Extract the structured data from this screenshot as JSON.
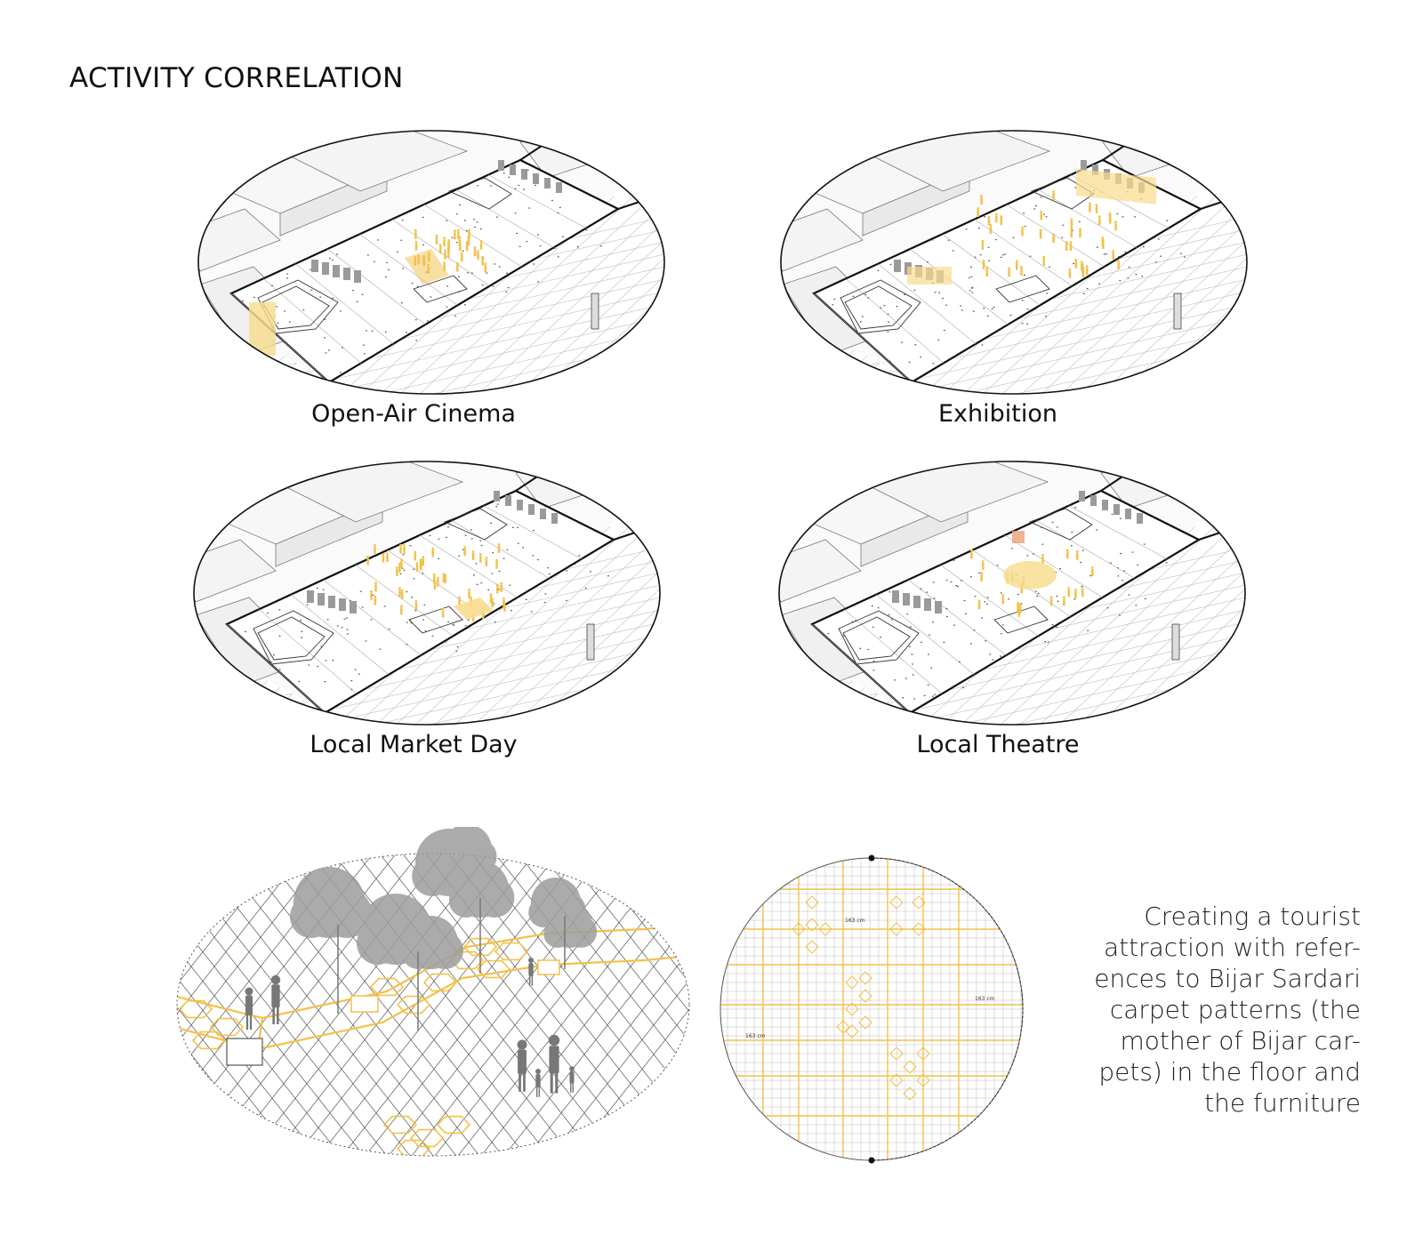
{
  "title": "ACTIVITY CORRELATION",
  "panels": [
    {
      "label": "Open-Air Cinema"
    },
    {
      "label": "Exhibition"
    },
    {
      "label": "Local Market Day"
    },
    {
      "label": "Local Theatre"
    }
  ],
  "dimension_label": "163 cm",
  "description_lines": [
    "Creating a tourist",
    "attraction with refer-",
    "ences to Bijar Sardari",
    "carpet patterns (the",
    "mother of Bijar car-",
    "pets) in the floor and",
    "the furniture"
  ],
  "colors": {
    "accent": "#f2c14a",
    "accent_light": "#f8dc8c",
    "gray": "#9a9a9a",
    "line": "#111111",
    "theatre_highlight": "#e8a07a"
  }
}
